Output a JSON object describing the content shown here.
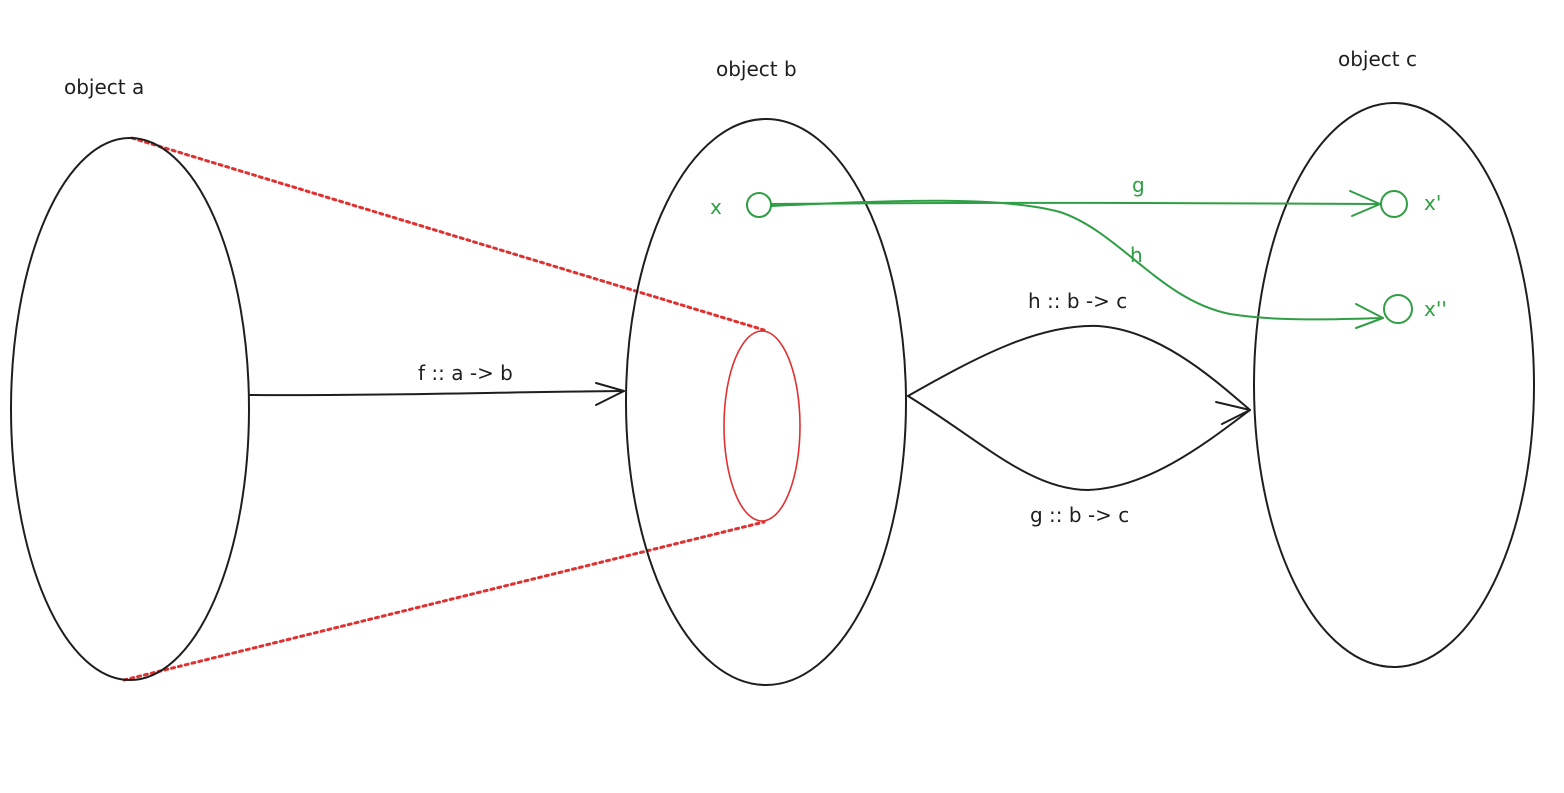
{
  "labels": {
    "object_a": "object a",
    "object_b": "object b",
    "object_c": "object c",
    "f_arrow": "f :: a -> b",
    "h_arrow": "h :: b -> c",
    "g_arrow": "g :: b -> c",
    "x": "x",
    "x_prime": "x'",
    "x_double_prime": "x''",
    "g_small": "g",
    "h_small": "h"
  },
  "colors": {
    "ink": "#1e1e1e",
    "red": "#e03131",
    "green": "#2f9e44"
  }
}
